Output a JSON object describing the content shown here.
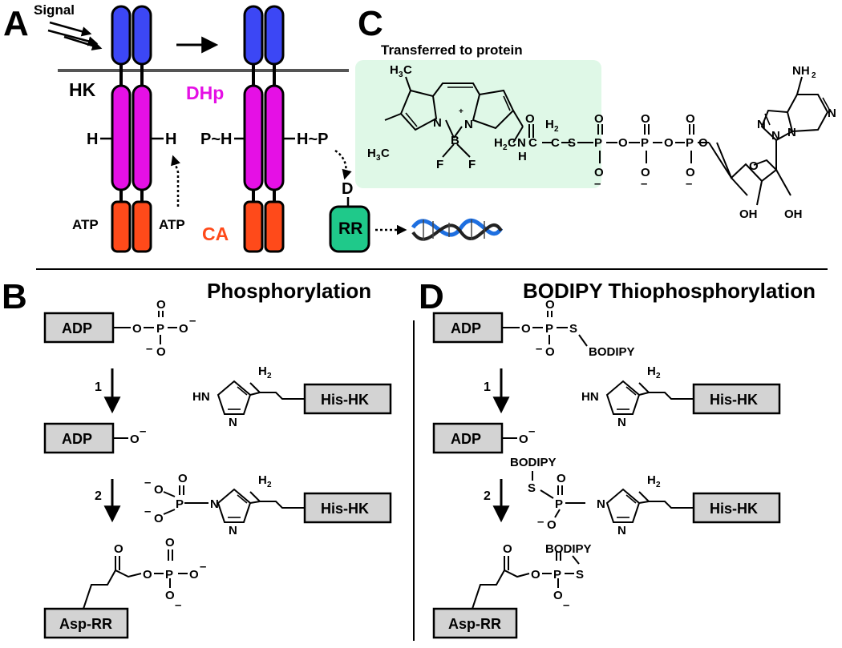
{
  "colors": {
    "blue": "#3c47f5",
    "magenta": "#e510e5",
    "orange": "#ff4a1a",
    "green": "#1fc98a",
    "highlight": "#dff8e7",
    "box": "#d3d3d3"
  },
  "panels": {
    "a": "A",
    "b": "B",
    "c": "C",
    "d": "D"
  },
  "a": {
    "signal": "Signal",
    "hk": "HK",
    "dhp": "DHp",
    "ca": "CA",
    "h_left": "H",
    "h_right": "H",
    "p_h": "P~H",
    "h_p": "H~P",
    "atp_left": "ATP",
    "atp_right": "ATP",
    "d": "D",
    "rr": "RR"
  },
  "c": {
    "transfer": "Transferred to protein",
    "me": "3",
    "b": "B",
    "n": "N",
    "f": "F",
    "plus": "+",
    "minus": "–",
    "h2": "H",
    "sub2": "2",
    "nh_n": "N",
    "nh_h": "H",
    "c": "C",
    "s": "S",
    "p": "P",
    "o": "O",
    "nh2": "NH",
    "oh": "OH"
  },
  "b": {
    "title": "Phosphorylation",
    "adp": "ADP",
    "adp2": "ADP",
    "his": "His-HK",
    "his2": "His-HK",
    "asp": "Asp-RR",
    "step1": "1",
    "step2": "2"
  },
  "d": {
    "title": "BODIPY Thiophosphorylation",
    "adp": "ADP",
    "adp2": "ADP",
    "his": "His-HK",
    "his2": "His-HK",
    "asp": "Asp-RR",
    "step1": "1",
    "step2": "2",
    "bodipy": "BODIPY"
  },
  "atoms": {
    "o": "O",
    "p": "P",
    "n": "N",
    "hn": "HN",
    "h2": "H",
    "sub2": "2",
    "s": "S",
    "minus": "–"
  }
}
